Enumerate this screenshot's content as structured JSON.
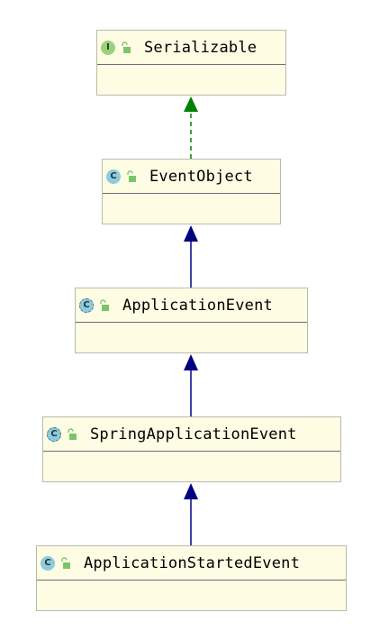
{
  "diagram": {
    "nodes": [
      {
        "id": "serializable",
        "name": "Serializable",
        "kind": "interface",
        "kind_letter": "I"
      },
      {
        "id": "event-object",
        "name": "EventObject",
        "kind": "class",
        "kind_letter": "C"
      },
      {
        "id": "application-event",
        "name": "ApplicationEvent",
        "kind": "abstract",
        "kind_letter": "C"
      },
      {
        "id": "spring-application-event",
        "name": "SpringApplicationEvent",
        "kind": "abstract",
        "kind_letter": "C"
      },
      {
        "id": "application-started-event",
        "name": "ApplicationStartedEvent",
        "kind": "class",
        "kind_letter": "C"
      }
    ],
    "edges": [
      {
        "from": "event-object",
        "to": "serializable",
        "type": "implements"
      },
      {
        "from": "application-event",
        "to": "event-object",
        "type": "extends"
      },
      {
        "from": "spring-application-event",
        "to": "application-event",
        "type": "extends"
      },
      {
        "from": "application-started-event",
        "to": "spring-application-event",
        "type": "extends"
      }
    ],
    "colors": {
      "node_fill": "#fefde4",
      "node_border": "#b9b9b0",
      "extends_edge": "#000080",
      "implements_edge": "#008000",
      "interface_icon": "#9bd27b",
      "class_icon": "#8ccbe0",
      "visibility_icon": "#7cc46a"
    }
  }
}
